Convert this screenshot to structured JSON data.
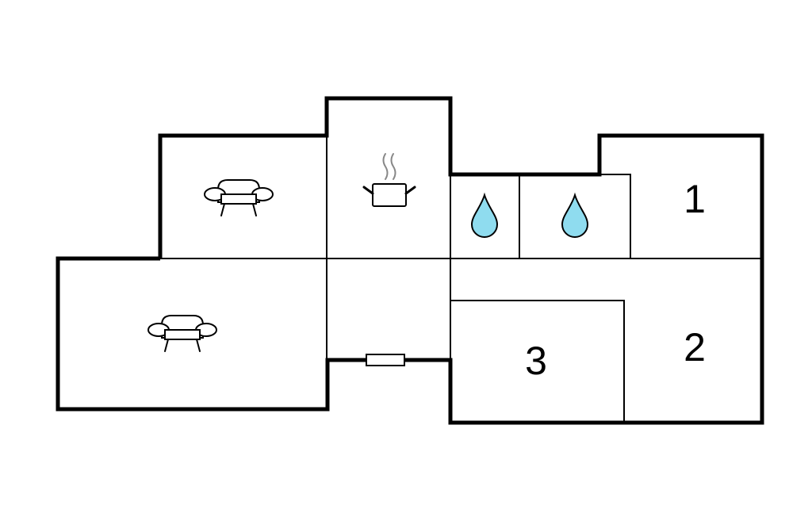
{
  "floorplan": {
    "colors": {
      "wall": "#000000",
      "background": "#ffffff",
      "water_drop": "#8fdcef",
      "steam": "#888888"
    },
    "rooms": [
      {
        "id": "living-room-upper",
        "icon": "sofa-icon"
      },
      {
        "id": "kitchen",
        "icon": "cooking-pot-icon"
      },
      {
        "id": "bathroom-1",
        "icon": "water-drop-icon"
      },
      {
        "id": "bathroom-2",
        "icon": "water-drop-icon"
      },
      {
        "id": "bedroom-1",
        "label": "1"
      },
      {
        "id": "living-room-lower",
        "icon": "sofa-icon"
      },
      {
        "id": "hallway"
      },
      {
        "id": "bedroom-3",
        "label": "3"
      },
      {
        "id": "bedroom-2",
        "label": "2"
      }
    ],
    "labels": {
      "bedroom_1": "1",
      "bedroom_2": "2",
      "bedroom_3": "3"
    },
    "entrance": "front-door-icon"
  }
}
